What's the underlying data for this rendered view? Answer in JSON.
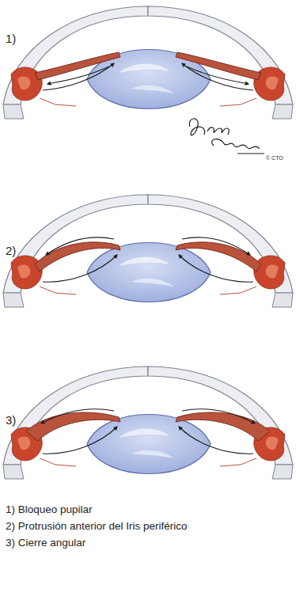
{
  "diagram": {
    "labels": [
      "1)",
      "2)",
      "3)",
      "© CTO",
      "1) Bloqueo pupilar",
      "2) Protrusión anterior del Iris periférico",
      "3) Cierre angular"
    ]
  }
}
